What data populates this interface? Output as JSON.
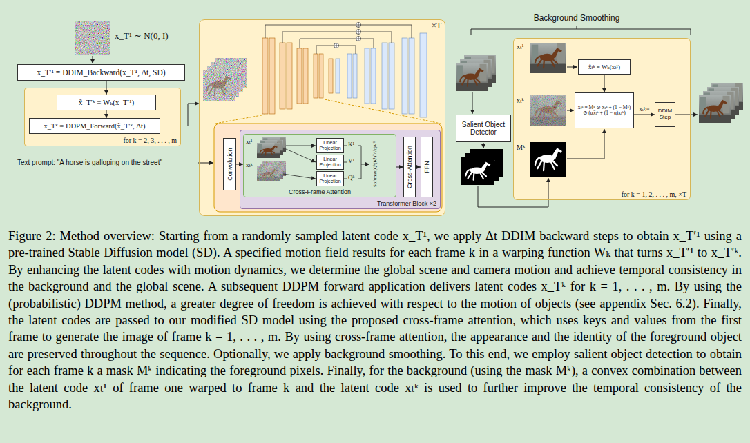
{
  "diagram": {
    "caption": "Figure 2: Method overview: Starting from a randomly sampled latent code x_T¹, we apply Δt DDIM backward steps to obtain x_T′¹ using a pre-trained Stable Diffusion model (SD). A specified motion field results for each frame k in a warping function Wₖ that turns x_T′¹ to x_T′ᵏ. By enhancing the latent codes with motion dynamics, we determine the global scene and camera motion and achieve temporal consistency in the background and the global scene. A subsequent DDPM forward application delivers latent codes x_Tᵏ for k = 1, . . . , m. By using the (probabilistic) DDPM method, a greater degree of freedom is achieved with respect to the motion of objects (see appendix Sec. 6.2). Finally, the latent codes are passed to our modified SD model using the proposed cross-frame attention, which uses keys and values from the first frame to generate the image of frame k = 1, . . . , m. By using cross-frame attention, the appearance and the identity of the foreground object are preserved throughout the sequence. Optionally, we apply background smoothing. To this end, we employ salient object detection to obtain for each frame k a mask Mᵏ indicating the foreground pixels. Finally, for the background (using the mask Mᵏ), a convex combination between the latent code xₜ¹ of frame one warped to frame k and the latent code xₜᵏ is used to further improve the temporal consistency of the background.",
    "nodes": [
      {
        "text": [
          "x_T′¹ = DDIM_Backward(x_T¹, Δt, SD)"
        ]
      },
      {
        "text": [
          "for k = 2, 3, . . . , m"
        ]
      },
      {
        "text": [
          "x̃_T′ᵏ = Wₖ(x_T′¹)"
        ],
        "in": 1
      },
      {
        "text": [
          "x_Tᵏ = DDPM_Forward(x̃_T′ᵏ, Δt)"
        ],
        "in": 1
      },
      {
        "text": [
          "×T"
        ]
      },
      {
        "text": [
          "Transformer Block ×2"
        ],
        "in": 4
      },
      {
        "text": [
          "Convolution"
        ],
        "in": 4
      },
      {
        "text": [
          "Cross-Frame Attention"
        ],
        "in": 5
      },
      {
        "text": [
          "Linear Projection"
        ],
        "in": 7
      },
      {
        "text": [
          "Linear Projection"
        ],
        "in": 7
      },
      {
        "text": [
          "Linear Projection"
        ],
        "in": 7
      },
      {
        "text": [
          "Cross-Attention"
        ],
        "in": 5
      },
      {
        "text": [
          "FFN"
        ],
        "in": 5
      },
      {
        "text": [
          "Salient Object Detector"
        ]
      },
      {
        "text": [
          "for k = 1, 2, . . . , m, ×T"
        ]
      },
      {
        "text": [
          "x̂ₜᵏ = Wₖ(xₜ¹)"
        ],
        "in": 14
      },
      {
        "text": [
          "x̄ₜᵏ = Mᵏ ⊙ xₜᵏ + (1 − Mᵏ) ⊙ (αx̂ₜᵏ + (1 − α)xₜᵏ)"
        ],
        "in": 14
      },
      {
        "text": [
          "DDIM Step"
        ],
        "in": 14
      }
    ],
    "edges": [
      {
        "from": 0,
        "to": 2,
        "arrow": "to"
      },
      {
        "from": 2,
        "to": 3,
        "arrow": "to"
      },
      {
        "from": 3,
        "to": 4,
        "arrow": "to"
      },
      {
        "from": 6,
        "to": 7,
        "arrow": "to"
      },
      {
        "from": 7,
        "to": 11,
        "arrow": "to"
      },
      {
        "from": 11,
        "to": 12,
        "arrow": "to"
      },
      {
        "from": 15,
        "to": 16,
        "arrow": "to"
      },
      {
        "from": 16,
        "to": 17,
        "label": "xₜ¹:ᵐ",
        "arrow": "to"
      }
    ],
    "labels": [
      "x_T¹ ∼ N(0, I)",
      "Text prompt: \"A horse is galloping on the street\"",
      "xₜ¹",
      "xₜᵏ",
      "K¹",
      "V¹",
      "Qᵏ",
      "Softmax(Qᵏ(K¹)ᵀ/√c)V¹",
      "Background Smoothing",
      "xₜ¹",
      "xₜᵏ",
      "Mᵏ"
    ]
  }
}
